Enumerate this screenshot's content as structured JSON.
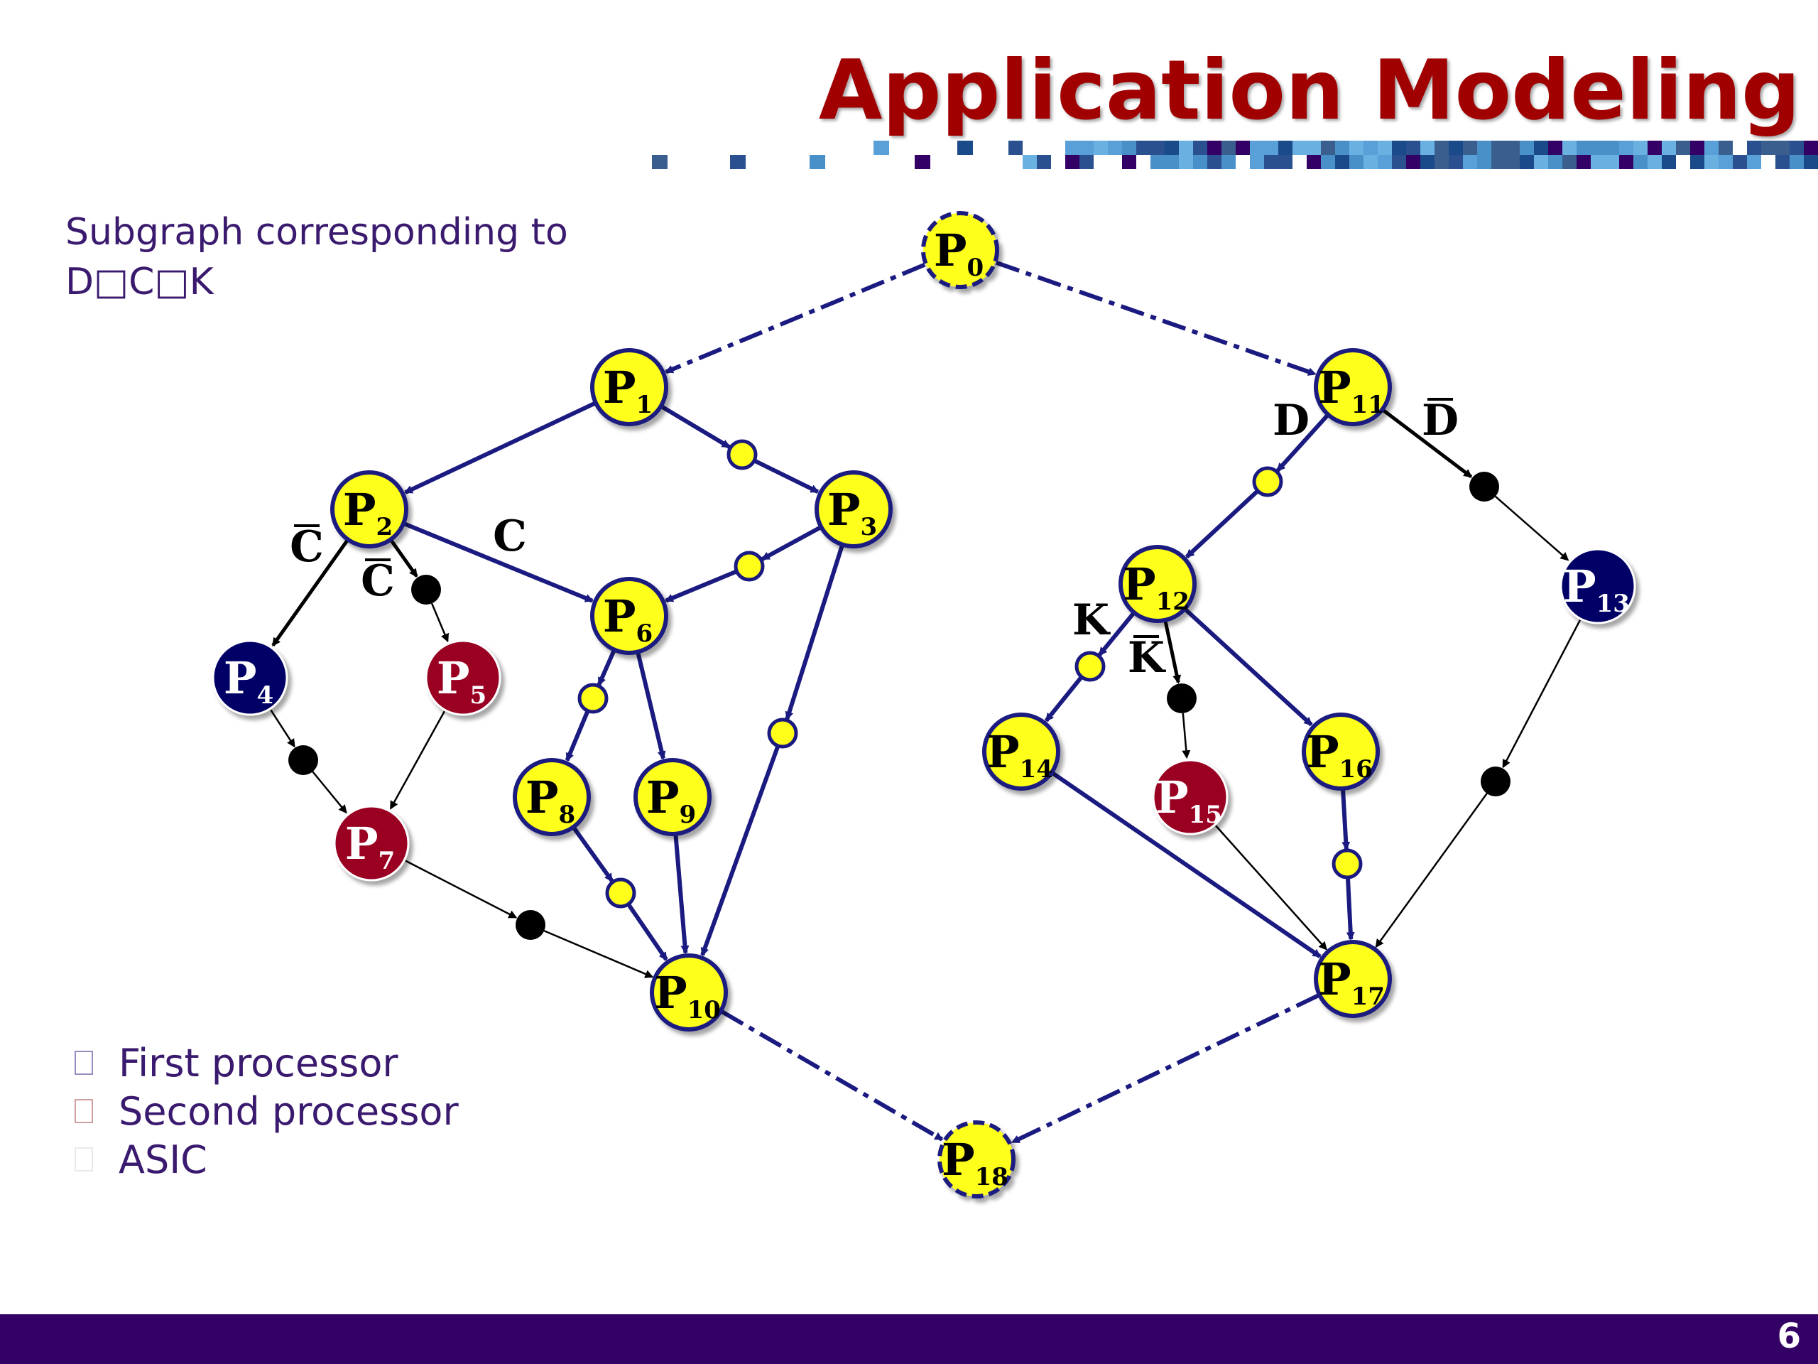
{
  "slide": {
    "title": "Application Modeling",
    "subgraph_label_line1": "Subgraph corresponding to",
    "subgraph_label_line2": "D□C□K",
    "page_number": "6"
  },
  "legend": [
    {
      "label": "First processor",
      "box_color": "#9a8cc0"
    },
    {
      "label": "Second processor",
      "box_color": "#d0a0a0"
    },
    {
      "label": "ASIC",
      "box_color": "#e8e8ee"
    }
  ],
  "colors": {
    "title": "#a00000",
    "edge": "#1a1a80",
    "asic_fill": "#ffff1a",
    "proc1_fill": "#000066",
    "proc2_fill": "#990020",
    "condition_node": "#000000",
    "footer": "#330066"
  },
  "nodes": [
    {
      "id": "P0",
      "sub": "0",
      "kind": "dummy"
    },
    {
      "id": "P1",
      "sub": "1",
      "kind": "asic"
    },
    {
      "id": "P2",
      "sub": "2",
      "kind": "asic"
    },
    {
      "id": "P3",
      "sub": "3",
      "kind": "asic"
    },
    {
      "id": "P4",
      "sub": "4",
      "kind": "proc1"
    },
    {
      "id": "P5",
      "sub": "5",
      "kind": "proc2"
    },
    {
      "id": "P6",
      "sub": "6",
      "kind": "asic"
    },
    {
      "id": "P7",
      "sub": "7",
      "kind": "proc2"
    },
    {
      "id": "P8",
      "sub": "8",
      "kind": "asic"
    },
    {
      "id": "P9",
      "sub": "9",
      "kind": "asic"
    },
    {
      "id": "P10",
      "sub": "10",
      "kind": "asic"
    },
    {
      "id": "P11",
      "sub": "11",
      "kind": "asic"
    },
    {
      "id": "P12",
      "sub": "12",
      "kind": "asic"
    },
    {
      "id": "P13",
      "sub": "13",
      "kind": "proc1"
    },
    {
      "id": "P14",
      "sub": "14",
      "kind": "asic"
    },
    {
      "id": "P15",
      "sub": "15",
      "kind": "proc2"
    },
    {
      "id": "P16",
      "sub": "16",
      "kind": "asic"
    },
    {
      "id": "P17",
      "sub": "17",
      "kind": "asic"
    },
    {
      "id": "P18",
      "sub": "18",
      "kind": "dummy"
    }
  ],
  "condition_labels": [
    {
      "id": "c-bar-left",
      "text": "C",
      "bar": true
    },
    {
      "id": "c-bar-mid",
      "text": "C",
      "bar": true
    },
    {
      "id": "c-plain",
      "text": "C",
      "bar": false
    },
    {
      "id": "d-plain",
      "text": "D",
      "bar": false
    },
    {
      "id": "d-bar",
      "text": "D",
      "bar": true
    },
    {
      "id": "k-plain",
      "text": "K",
      "bar": false
    },
    {
      "id": "k-bar",
      "text": "K",
      "bar": true
    }
  ]
}
